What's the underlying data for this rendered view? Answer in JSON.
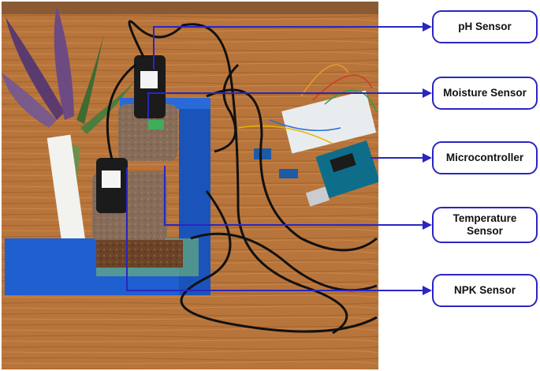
{
  "labels": {
    "ph": "pH Sensor",
    "moisture": "Moisture Sensor",
    "microcontroller": "Microcontroller",
    "temperature": "Temperature Sensor",
    "npk": "NPK Sensor"
  },
  "colors": {
    "leader_line": "#2a26c2",
    "label_border": "#2a26c2",
    "label_text": "#111111",
    "table_wood": "#b8753b",
    "planter_tray": "#1f5fcf",
    "cable": "#111111"
  },
  "photo": {
    "description_icons": [
      "plant-leaves",
      "glass-jar-pots",
      "blue-tray",
      "arduino-board",
      "breadboard",
      "black-cables"
    ]
  }
}
